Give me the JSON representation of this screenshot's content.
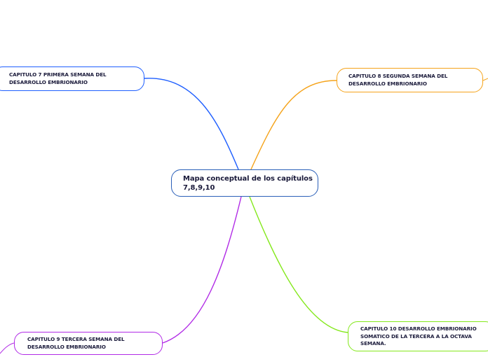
{
  "central": {
    "label": "Mapa conceptual de los capítulos\n7,8,9,10",
    "color": "#2a5fb8"
  },
  "topics": [
    {
      "id": "n7",
      "label": "CAPITULO 7 PRIMERA SEMANA DEL\nDESARROLLO EMBRIONARIO",
      "color": "#1f5fff"
    },
    {
      "id": "n8",
      "label": "CAPITULO 8 SEGUNDA SEMANA DEL\nDESARROLLO EMBRIONARIO",
      "color": "#f5a31a"
    },
    {
      "id": "n9",
      "label": "CAPITULO 9 TERCERA SEMANA DEL\nDESARROLLO EMBRIONARIO",
      "color": "#b12be6"
    },
    {
      "id": "n10",
      "label": "CAPITULO 10 DESARROLLO EMBRIONARIO\nSOMATICO DE LA TERCERA A LA OCTAVA\nSEMANA.",
      "color": "#84e81c"
    }
  ]
}
